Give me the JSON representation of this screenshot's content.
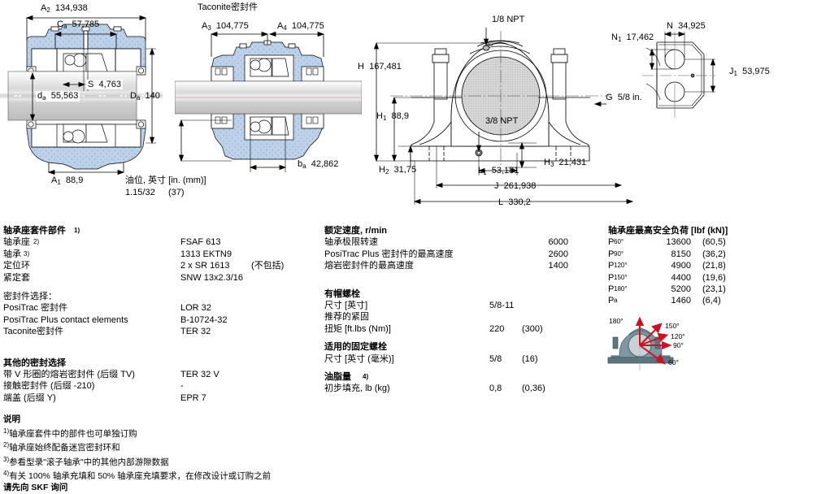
{
  "drawings": {
    "left": {
      "labels": [
        {
          "name": "dim-A2",
          "text": "A",
          "sub": "2",
          "value": "134,938"
        },
        {
          "name": "dim-Ca",
          "text": "C",
          "sub": "a",
          "value": "57,785"
        },
        {
          "name": "dim-S",
          "text": "S",
          "sub": "",
          "value": "4,763"
        },
        {
          "name": "dim-da",
          "text": "d",
          "sub": "a",
          "value": "55,563"
        },
        {
          "name": "dim-Da",
          "text": "D",
          "sub": "a",
          "value": "140"
        },
        {
          "name": "dim-A1",
          "text": "A",
          "sub": "1",
          "value": "88,9"
        }
      ],
      "oil_level_title": "油位, 英寸 [in. (mm)]",
      "oil_level_value": "1.15/32",
      "oil_level_mm": "(37)"
    },
    "middle": {
      "title": "Taconite密封件",
      "labels": [
        {
          "name": "dim-A3",
          "text": "A",
          "sub": "3",
          "value": "104,775"
        },
        {
          "name": "dim-A4",
          "text": "A",
          "sub": "4",
          "value": "104,775"
        },
        {
          "name": "dim-ba",
          "text": "b",
          "sub": "a",
          "value": "42,862"
        }
      ]
    },
    "main": {
      "labels": [
        {
          "name": "dim-H",
          "text": "H",
          "sub": "",
          "value": "167,481"
        },
        {
          "name": "dim-H1",
          "text": "H",
          "sub": "1",
          "value": "88,9"
        },
        {
          "name": "dim-H2",
          "text": "H",
          "sub": "2",
          "value": "31,75"
        },
        {
          "name": "dim-H3",
          "text": "H",
          "sub": "3",
          "value": "21,431"
        },
        {
          "name": "dim-L1",
          "text": "L",
          "sub": "1",
          "value": "53,181"
        },
        {
          "name": "dim-J",
          "text": "J",
          "sub": "",
          "value": "261,938"
        },
        {
          "name": "dim-L",
          "text": "L",
          "sub": "",
          "value": "330,2"
        },
        {
          "name": "dim-G",
          "text": "G",
          "sub": "",
          "value": "5/8 in."
        }
      ],
      "npt_top": "1/8 NPT",
      "npt_bottom": "3/8 NPT"
    },
    "right": {
      "labels": [
        {
          "name": "dim-N",
          "text": "N",
          "sub": "",
          "value": "34,925"
        },
        {
          "name": "dim-N1",
          "text": "N",
          "sub": "1",
          "value": "17,462"
        },
        {
          "name": "dim-J1",
          "text": "J",
          "sub": "1",
          "value": "53,975"
        }
      ]
    }
  },
  "components": {
    "title": "轴承座套件部件",
    "title_sup": "1)",
    "rows": [
      {
        "label": "轴承座",
        "sup": "2)",
        "value": "FSAF 613",
        "note": ""
      },
      {
        "label": "轴承",
        "sup": "3)",
        "value": "1313 EKTN9",
        "note": ""
      },
      {
        "label": "定位环",
        "sup": "",
        "value": "2 x SR 1613",
        "note": "(不包括)"
      },
      {
        "label": "紧定套",
        "sup": "",
        "value": "SNW 13x2.3/16",
        "note": ""
      }
    ],
    "seal_choice_title": "密封件选择：",
    "seal_rows": [
      {
        "label": "PosiTrac 密封件",
        "value": "LOR 32"
      },
      {
        "label": "PosiTrac Plus contact elements",
        "value": "B-10724-32"
      },
      {
        "label": "Taconite密封件",
        "value": "TER 32"
      }
    ],
    "other_seal_title": "其他的密封选择",
    "other_seal_rows": [
      {
        "label": "带 V 形圈的熔岩密封件 (后缀 TV)",
        "value": "TER 32 V"
      },
      {
        "label": "接触密封件 (后缀 -210)",
        "value": "-"
      },
      {
        "label": "端盖 (后缀 Y)",
        "value": "EPR 7"
      }
    ]
  },
  "notes": {
    "title": "说明",
    "items": [
      {
        "sup": "1)",
        "text": "轴承座套件中的部件也可单独订购"
      },
      {
        "sup": "2)",
        "text": "轴承座始终配备迷宫密封环和"
      },
      {
        "sup": "3)",
        "text": "参看型录\"滚子轴承\"中的其他内部游隙数据"
      },
      {
        "sup": "4)",
        "text": "有关 100% 轴承充填和 50% 轴承座充填要求，在修改设计或订购之前"
      }
    ],
    "last_line": "请先向 SKF 询问"
  },
  "speeds": {
    "title": "额定速度, r/min",
    "rows": [
      {
        "label": "轴承极限转速",
        "value": "6000"
      },
      {
        "label": "PosiTrac Plus 密封件的最高速度",
        "value": "2600"
      },
      {
        "label": "熔岩密封件的最高速度",
        "value": "1400"
      }
    ]
  },
  "capbolts": {
    "title": "有帽螺栓",
    "rows": [
      {
        "label": "尺寸 [英寸]",
        "v1": "5/8-11",
        "v2": ""
      },
      {
        "label": "推荐的紧固",
        "v1": "",
        "v2": ""
      },
      {
        "label": "扭矩 [ft.lbs (Nm)]",
        "v1": "220",
        "v2": "(300)"
      }
    ]
  },
  "holddown": {
    "title": "适用的固定螺栓",
    "rows": [
      {
        "label": "尺寸 [英寸 (毫米)]",
        "v1": "5/8",
        "v2": "(16)"
      }
    ]
  },
  "grease": {
    "title": "油脂量",
    "title_sup": "4)",
    "rows": [
      {
        "label": "初步填充, lb (kg)",
        "v1": "0,8",
        "v2": "(0,36)"
      }
    ]
  },
  "loads": {
    "title": "轴承座最高安全负荷 [lbf (kN)]",
    "rows": [
      {
        "label": "P",
        "sub": "60°",
        "v1": "13600",
        "v2": "(60,5)"
      },
      {
        "label": "P",
        "sub": "90°",
        "v1": "8150",
        "v2": "(36,2)"
      },
      {
        "label": "P",
        "sub": "120°",
        "v1": "4900",
        "v2": "(21,8)"
      },
      {
        "label": "P",
        "sub": "150°",
        "v1": "4400",
        "v2": "(19,6)"
      },
      {
        "label": "P",
        "sub": "180°",
        "v1": "5200",
        "v2": "(23,1)"
      },
      {
        "label": "P",
        "sub": "a",
        "v1": "1460",
        "v2": "(6,4)"
      }
    ]
  },
  "load_diagram": {
    "angles": [
      "180°",
      "150°",
      "120°",
      "90°",
      "60°"
    ],
    "arrow_color": "#cc1122",
    "body_color": "#6b8490"
  },
  "colors": {
    "housing_blue": "#b9cfe8",
    "housing_blue_dark": "#8fb2d6",
    "shaft_grey": "#c9c9c9",
    "line": "#000000"
  }
}
